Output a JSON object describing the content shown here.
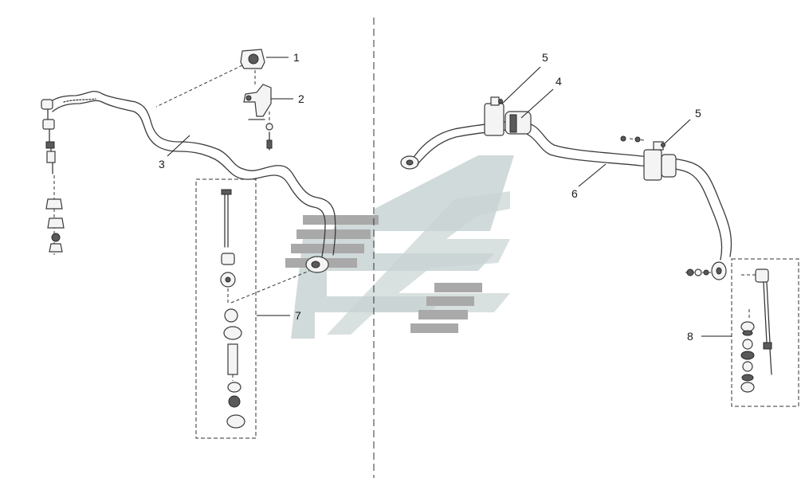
{
  "diagram": {
    "callouts": [
      {
        "id": "1",
        "label": "1"
      },
      {
        "id": "2",
        "label": "2"
      },
      {
        "id": "3",
        "label": "3"
      },
      {
        "id": "7",
        "label": "7"
      },
      {
        "id": "5a",
        "label": "5"
      },
      {
        "id": "4",
        "label": "4"
      },
      {
        "id": "5b",
        "label": "5"
      },
      {
        "id": "6",
        "label": "6"
      },
      {
        "id": "8",
        "label": "8"
      }
    ]
  }
}
